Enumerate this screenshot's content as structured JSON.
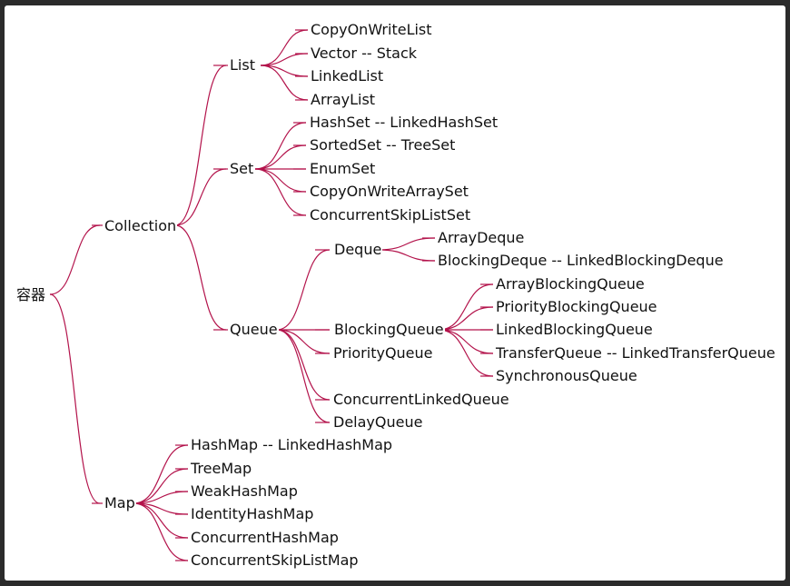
{
  "colors": {
    "line": "#b3134b",
    "text": "#111111",
    "background": "#ffffff"
  },
  "tree": {
    "root": "容器",
    "collection": {
      "label": "Collection",
      "list": {
        "label": "List",
        "items": [
          "CopyOnWriteList",
          "Vector -- Stack",
          "LinkedList",
          "ArrayList"
        ]
      },
      "set": {
        "label": "Set",
        "items": [
          "HashSet -- LinkedHashSet",
          "SortedSet -- TreeSet",
          "EnumSet",
          "CopyOnWriteArraySet",
          "ConcurrentSkipListSet"
        ]
      },
      "queue": {
        "label": "Queue",
        "deque": {
          "label": "Deque",
          "items": [
            "ArrayDeque",
            "BlockingDeque -- LinkedBlockingDeque"
          ]
        },
        "blocking": {
          "label": "BlockingQueue",
          "items": [
            "ArrayBlockingQueue",
            "PriorityBlockingQueue",
            "LinkedBlockingQueue",
            "TransferQueue -- LinkedTransferQueue",
            "SynchronousQueue"
          ]
        },
        "others": [
          "PriorityQueue",
          "ConcurrentLinkedQueue",
          "DelayQueue"
        ]
      }
    },
    "map": {
      "label": "Map",
      "items": [
        "HashMap -- LinkedHashMap",
        "TreeMap",
        "WeakHashMap",
        "IdentityHashMap",
        "ConcurrentHashMap",
        "ConcurrentSkipListMap"
      ]
    }
  }
}
